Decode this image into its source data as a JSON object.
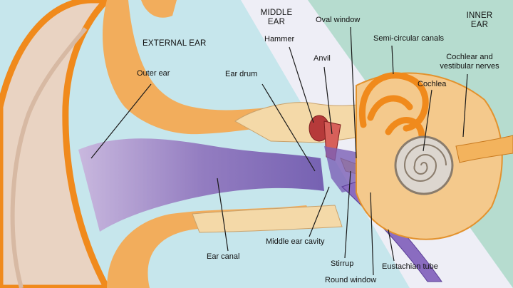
{
  "regions": {
    "external": "EXTERNAL EAR",
    "middle_line1": "MIDDLE",
    "middle_line2": "EAR",
    "inner_line1": "INNER",
    "inner_line2": "EAR"
  },
  "labels": {
    "outer_ear": "Outer ear",
    "ear_drum": "Ear drum",
    "hammer": "Hammer",
    "anvil": "Anvil",
    "oval_window": "Oval window",
    "semicircular": "Semi-circular canals",
    "nerves_line1": "Cochlear and",
    "nerves_line2": "vestibular nerves",
    "cochlea": "Cochlea",
    "ear_canal": "Ear canal",
    "middle_ear_cavity": "Middle ear cavity",
    "stirrup": "Stirrup",
    "eustachian": "Eustachian tube",
    "round_window": "Round window"
  },
  "colors": {
    "external_bg": "#c6e6ec",
    "middle_bg": "#eeeef6",
    "inner_bg": "#b6dccf",
    "skin": "#f2ad5c",
    "canal": "#9e7fc4",
    "bone": "#f4d9a8",
    "cochlea": "#dcd6cf"
  }
}
